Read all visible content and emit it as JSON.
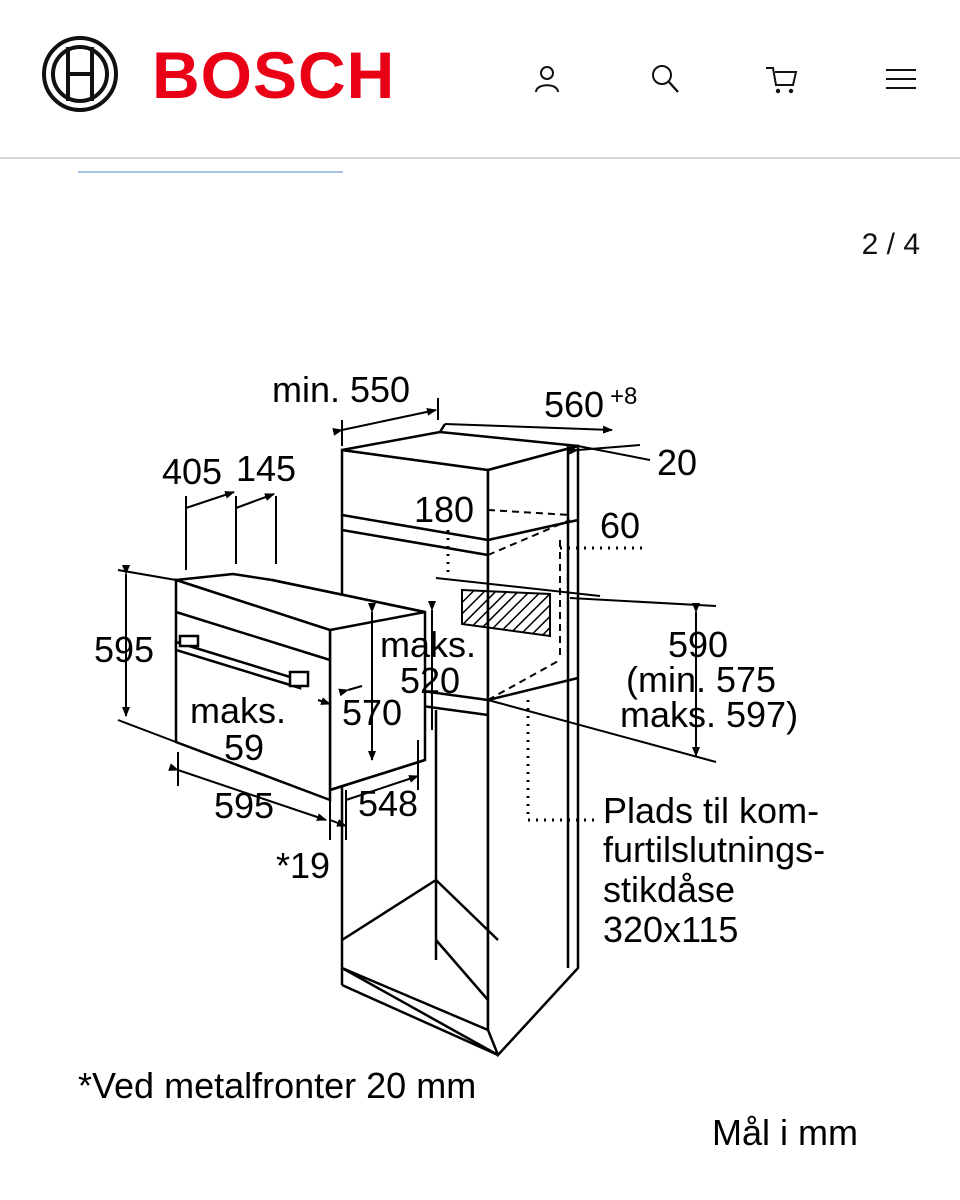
{
  "header": {
    "brand": "BOSCH",
    "icons": [
      "user-icon",
      "search-icon",
      "cart-icon",
      "menu-icon"
    ],
    "brand_color": "#ea0016"
  },
  "gallery": {
    "counter": "2 / 4",
    "progress_fraction": 0.25
  },
  "diagram": {
    "dims": {
      "min550": "min. 550",
      "d560": "560",
      "d560_sup": "+8",
      "d20": "20",
      "d405": "405",
      "d145": "145",
      "d180": "180",
      "d60": "60",
      "d595h": "595",
      "maks_a": "maks.",
      "d520": "520",
      "d590": "590",
      "min575": "(min. 575",
      "maks597": "maks. 597)",
      "maks_b": "maks.",
      "d59": "59",
      "d570": "570",
      "d595w": "595",
      "d548": "548",
      "d19": "*19"
    },
    "socket_note": [
      "Plads til kom-",
      "furtilslutnings-",
      "stikdåse",
      "320x115"
    ],
    "footnote": "*Ved metalfronter 20 mm",
    "units": "Mål i mm"
  }
}
